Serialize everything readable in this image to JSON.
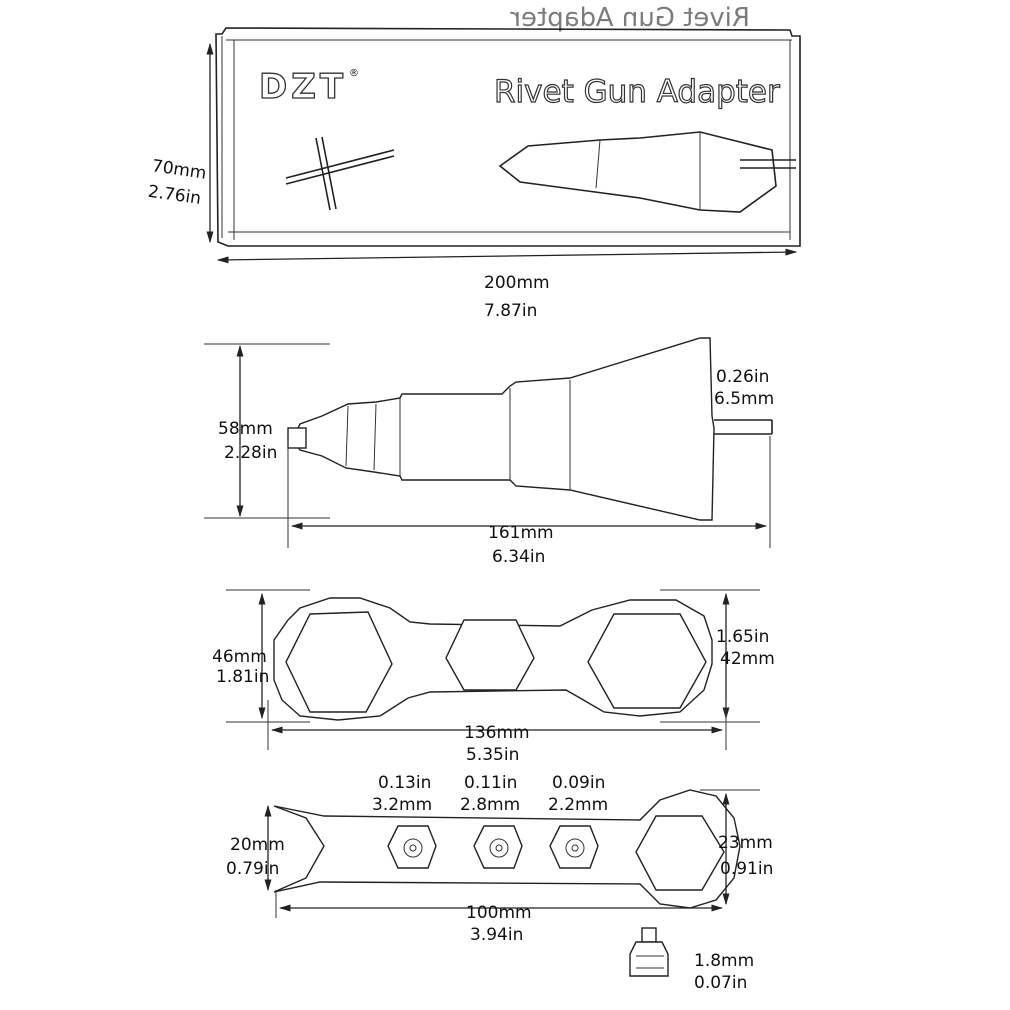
{
  "box": {
    "brand": "DZT",
    "brand_mark": "®",
    "product_title": "Rivet Gun Adapter",
    "mirrored_title": "Rivet Gun Adapter",
    "height_mm": "70mm",
    "height_in": "2.76in",
    "width_mm": "200mm",
    "width_in": "7.87in"
  },
  "adapter": {
    "height_mm": "58mm",
    "height_in": "2.28in",
    "shaft_in": "0.26in",
    "shaft_mm": "6.5mm",
    "length_mm": "161mm",
    "length_in": "6.34in"
  },
  "wrench_large": {
    "height_mm": "46mm",
    "height_in": "1.81in",
    "hex_in": "1.65in",
    "hex_mm": "42mm",
    "length_mm": "136mm",
    "length_in": "5.35in"
  },
  "wrench_small": {
    "nozzles": [
      {
        "in": "0.13in",
        "mm": "3.2mm"
      },
      {
        "in": "0.11in",
        "mm": "2.8mm"
      },
      {
        "in": "0.09in",
        "mm": "2.2mm"
      }
    ],
    "jaw_mm": "20mm",
    "jaw_in": "0.79in",
    "hex_mm": "23mm",
    "hex_in": "0.91in",
    "length_mm": "100mm",
    "length_in": "3.94in"
  },
  "nozzle": {
    "size_mm": "1.8mm",
    "size_in": "0.07in"
  }
}
